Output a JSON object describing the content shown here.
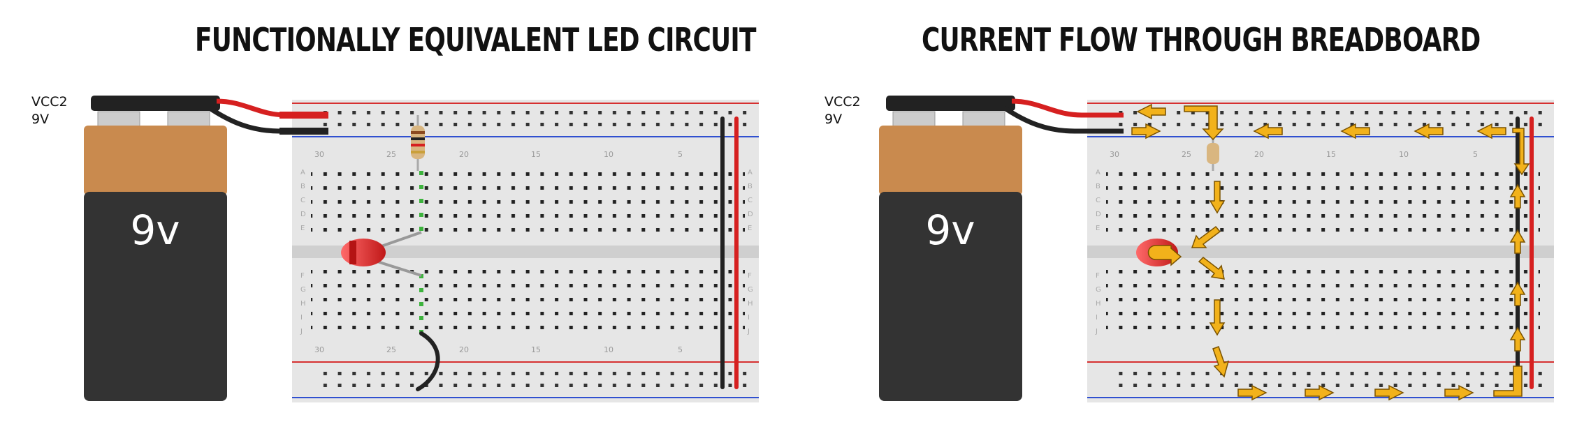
{
  "titles": {
    "left": "FUNCTIONALLY EQUIVALENT LED CIRCUIT",
    "right": "CURRENT FLOW THROUGH BREADBOARD"
  },
  "battery": {
    "source_name": "VCC2",
    "voltage_label": "9V",
    "face_label": "9v"
  },
  "breadboard": {
    "column_numbers": [
      "30",
      "25",
      "20",
      "15",
      "10",
      "5"
    ],
    "row_letters_top": [
      "A",
      "B",
      "C",
      "D",
      "E"
    ],
    "row_letters_bottom": [
      "F",
      "G",
      "H",
      "I",
      "J"
    ]
  },
  "colors": {
    "battery_top": "#c98a4e",
    "battery_body": "#333333",
    "red_wire": "#d62020",
    "black_wire": "#222222",
    "board": "#e6e6e6",
    "arrow": "#f2b21b",
    "led": "#e02a2a"
  }
}
